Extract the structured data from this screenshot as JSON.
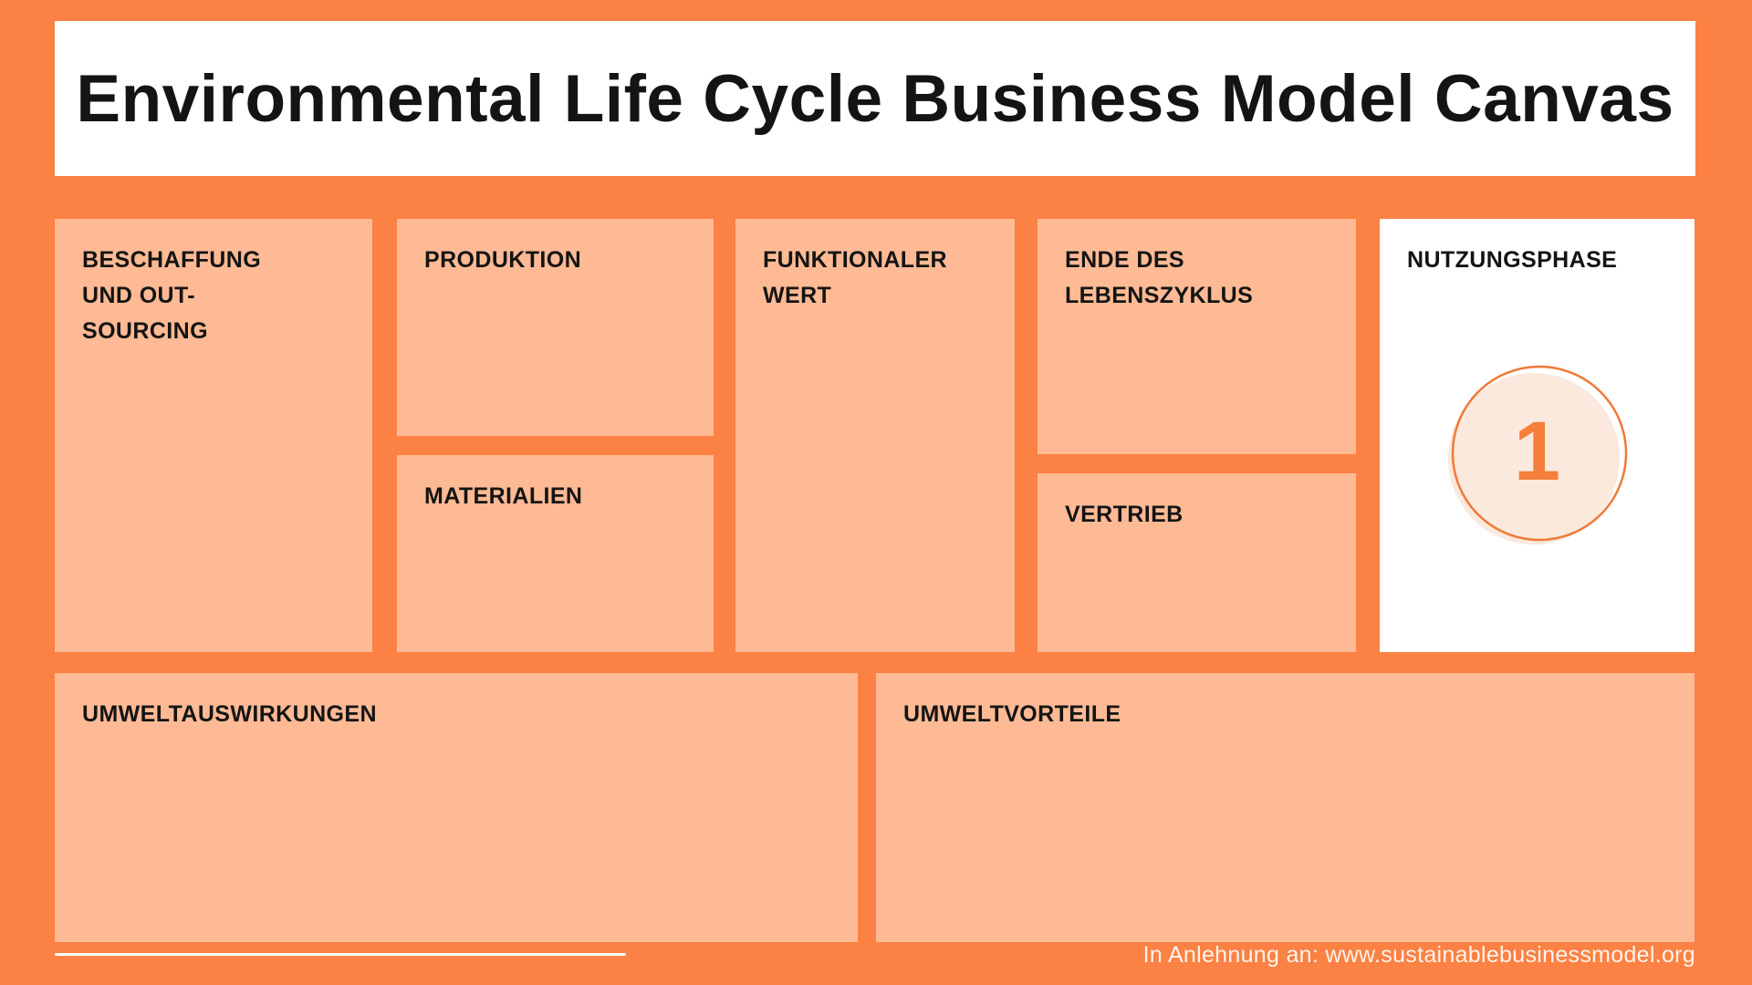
{
  "title": "Environmental Life Cycle Business Model Canvas",
  "canvas": {
    "boxes": {
      "beschaffung": {
        "label": "BESCHAFFUNG\nUND OUT-\nSOURCING"
      },
      "produktion": {
        "label": "PRODUKTION"
      },
      "materialien": {
        "label": "MATERIALIEN"
      },
      "funktionaler_wert": {
        "label": "FUNKTIONALER\nWERT"
      },
      "ende_des_lebenszyklus": {
        "label": "ENDE DES\nLEBENSZYKLUS"
      },
      "vertrieb": {
        "label": "VERTRIEB"
      },
      "nutzungsphase": {
        "label": "NUTZUNGSPHASE",
        "step_number": "1"
      },
      "umweltauswirkungen": {
        "label": "UMWELTAUSWIRKUNGEN"
      },
      "umweltvorteile": {
        "label": "UMWELTVORTEILE"
      }
    }
  },
  "footer": {
    "attribution": "In Anlehnung an: www.sustainablebusinessmodel.org"
  },
  "colors": {
    "background": "#FB8144",
    "box_fill": "#FEBA94",
    "panel_white": "#FFFFFF",
    "badge_fill": "#FAE9DC",
    "badge_stroke": "#EE7A38",
    "badge_number": "#F57F3B",
    "text": "#141414",
    "footer_text": "#FDF4EB"
  }
}
